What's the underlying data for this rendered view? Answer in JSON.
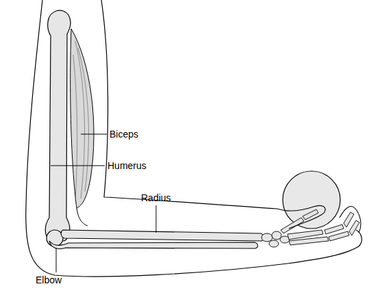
{
  "diagram": {
    "labels": [
      "Biceps",
      "Humerus",
      "Radius",
      "Elbow"
    ]
  }
}
